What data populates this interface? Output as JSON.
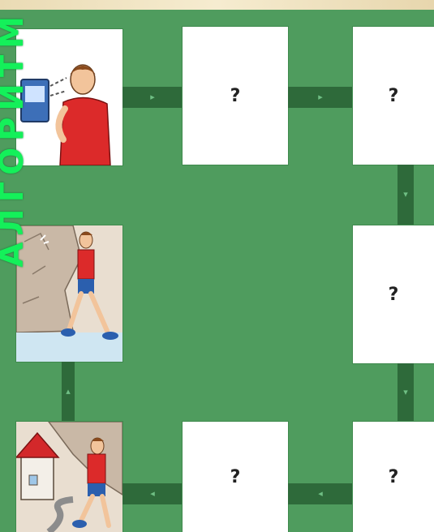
{
  "side_title": "АЛГОРИТМ",
  "cards": [
    {
      "id": "r1c2",
      "label": "?"
    },
    {
      "id": "r1c3",
      "label": "?"
    },
    {
      "id": "r2c3",
      "label": "?"
    },
    {
      "id": "r3c2",
      "label": "?"
    },
    {
      "id": "r3c3",
      "label": "?"
    }
  ],
  "arrows": {
    "right": "▸",
    "down": "▾",
    "left": "◂",
    "up": "▴"
  },
  "colors": {
    "board": "#4f9c5e",
    "connector": "#2e6a3a",
    "title": "#14f05a"
  }
}
